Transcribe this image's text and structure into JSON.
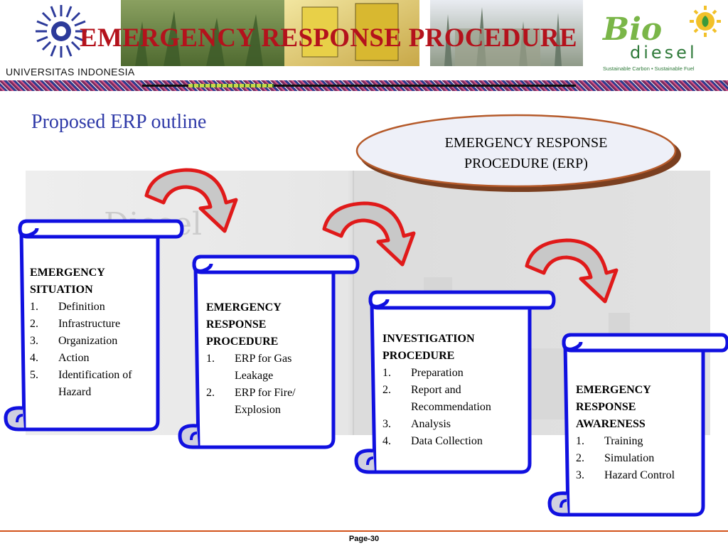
{
  "header": {
    "title": "EMERGENCY RESPONSE PROCEDURE",
    "university": "UNIVERSITAS INDONESIA",
    "brand": {
      "logo_text": "Bio diesel",
      "tagline": "Sustainable Carbon • Sustainable Fuel"
    }
  },
  "subtitle": "Proposed ERP outline",
  "callout": {
    "line1": "EMERGENCY RESPONSE",
    "line2": "PROCEDURE (ERP)"
  },
  "scrolls": [
    {
      "title_lines": [
        "EMERGENCY",
        "SITUATION"
      ],
      "items": [
        {
          "num": "1.",
          "text": "Definition"
        },
        {
          "num": "2.",
          "text": "Infrastructure"
        },
        {
          "num": "3.",
          "text": "Organization"
        },
        {
          "num": "4.",
          "text": "Action"
        },
        {
          "num": "5.",
          "text": "Identification of Hazard"
        }
      ]
    },
    {
      "title_lines": [
        "EMERGENCY",
        "RESPONSE",
        "PROCEDURE"
      ],
      "items": [
        {
          "num": "1.",
          "text": "ERP for Gas Leakage"
        },
        {
          "num": "2.",
          "text": "ERP for Fire/ Explosion"
        }
      ]
    },
    {
      "title_lines": [
        "INVESTIGATION",
        "PROCEDURE"
      ],
      "items": [
        {
          "num": "1.",
          "text": "Preparation"
        },
        {
          "num": "2.",
          "text": "Report and Recommendation"
        },
        {
          "num": "3.",
          "text": "Analysis"
        },
        {
          "num": "4.",
          "text": "Data Collection"
        }
      ]
    },
    {
      "title_lines": [
        "EMERGENCY",
        "RESPONSE",
        "AWARENESS"
      ],
      "items": [
        {
          "num": "1.",
          "text": "Training"
        },
        {
          "num": "2.",
          "text": "Simulation"
        },
        {
          "num": "3.",
          "text": "Hazard Control"
        }
      ]
    }
  ],
  "footer": {
    "page": "Page-30"
  },
  "colors": {
    "title": "#b4121c",
    "subtitle": "#2f3aa8",
    "scroll_border": "#1010e0",
    "arrow": "#e01a1a",
    "arrow_fill": "#c8c8c8"
  }
}
